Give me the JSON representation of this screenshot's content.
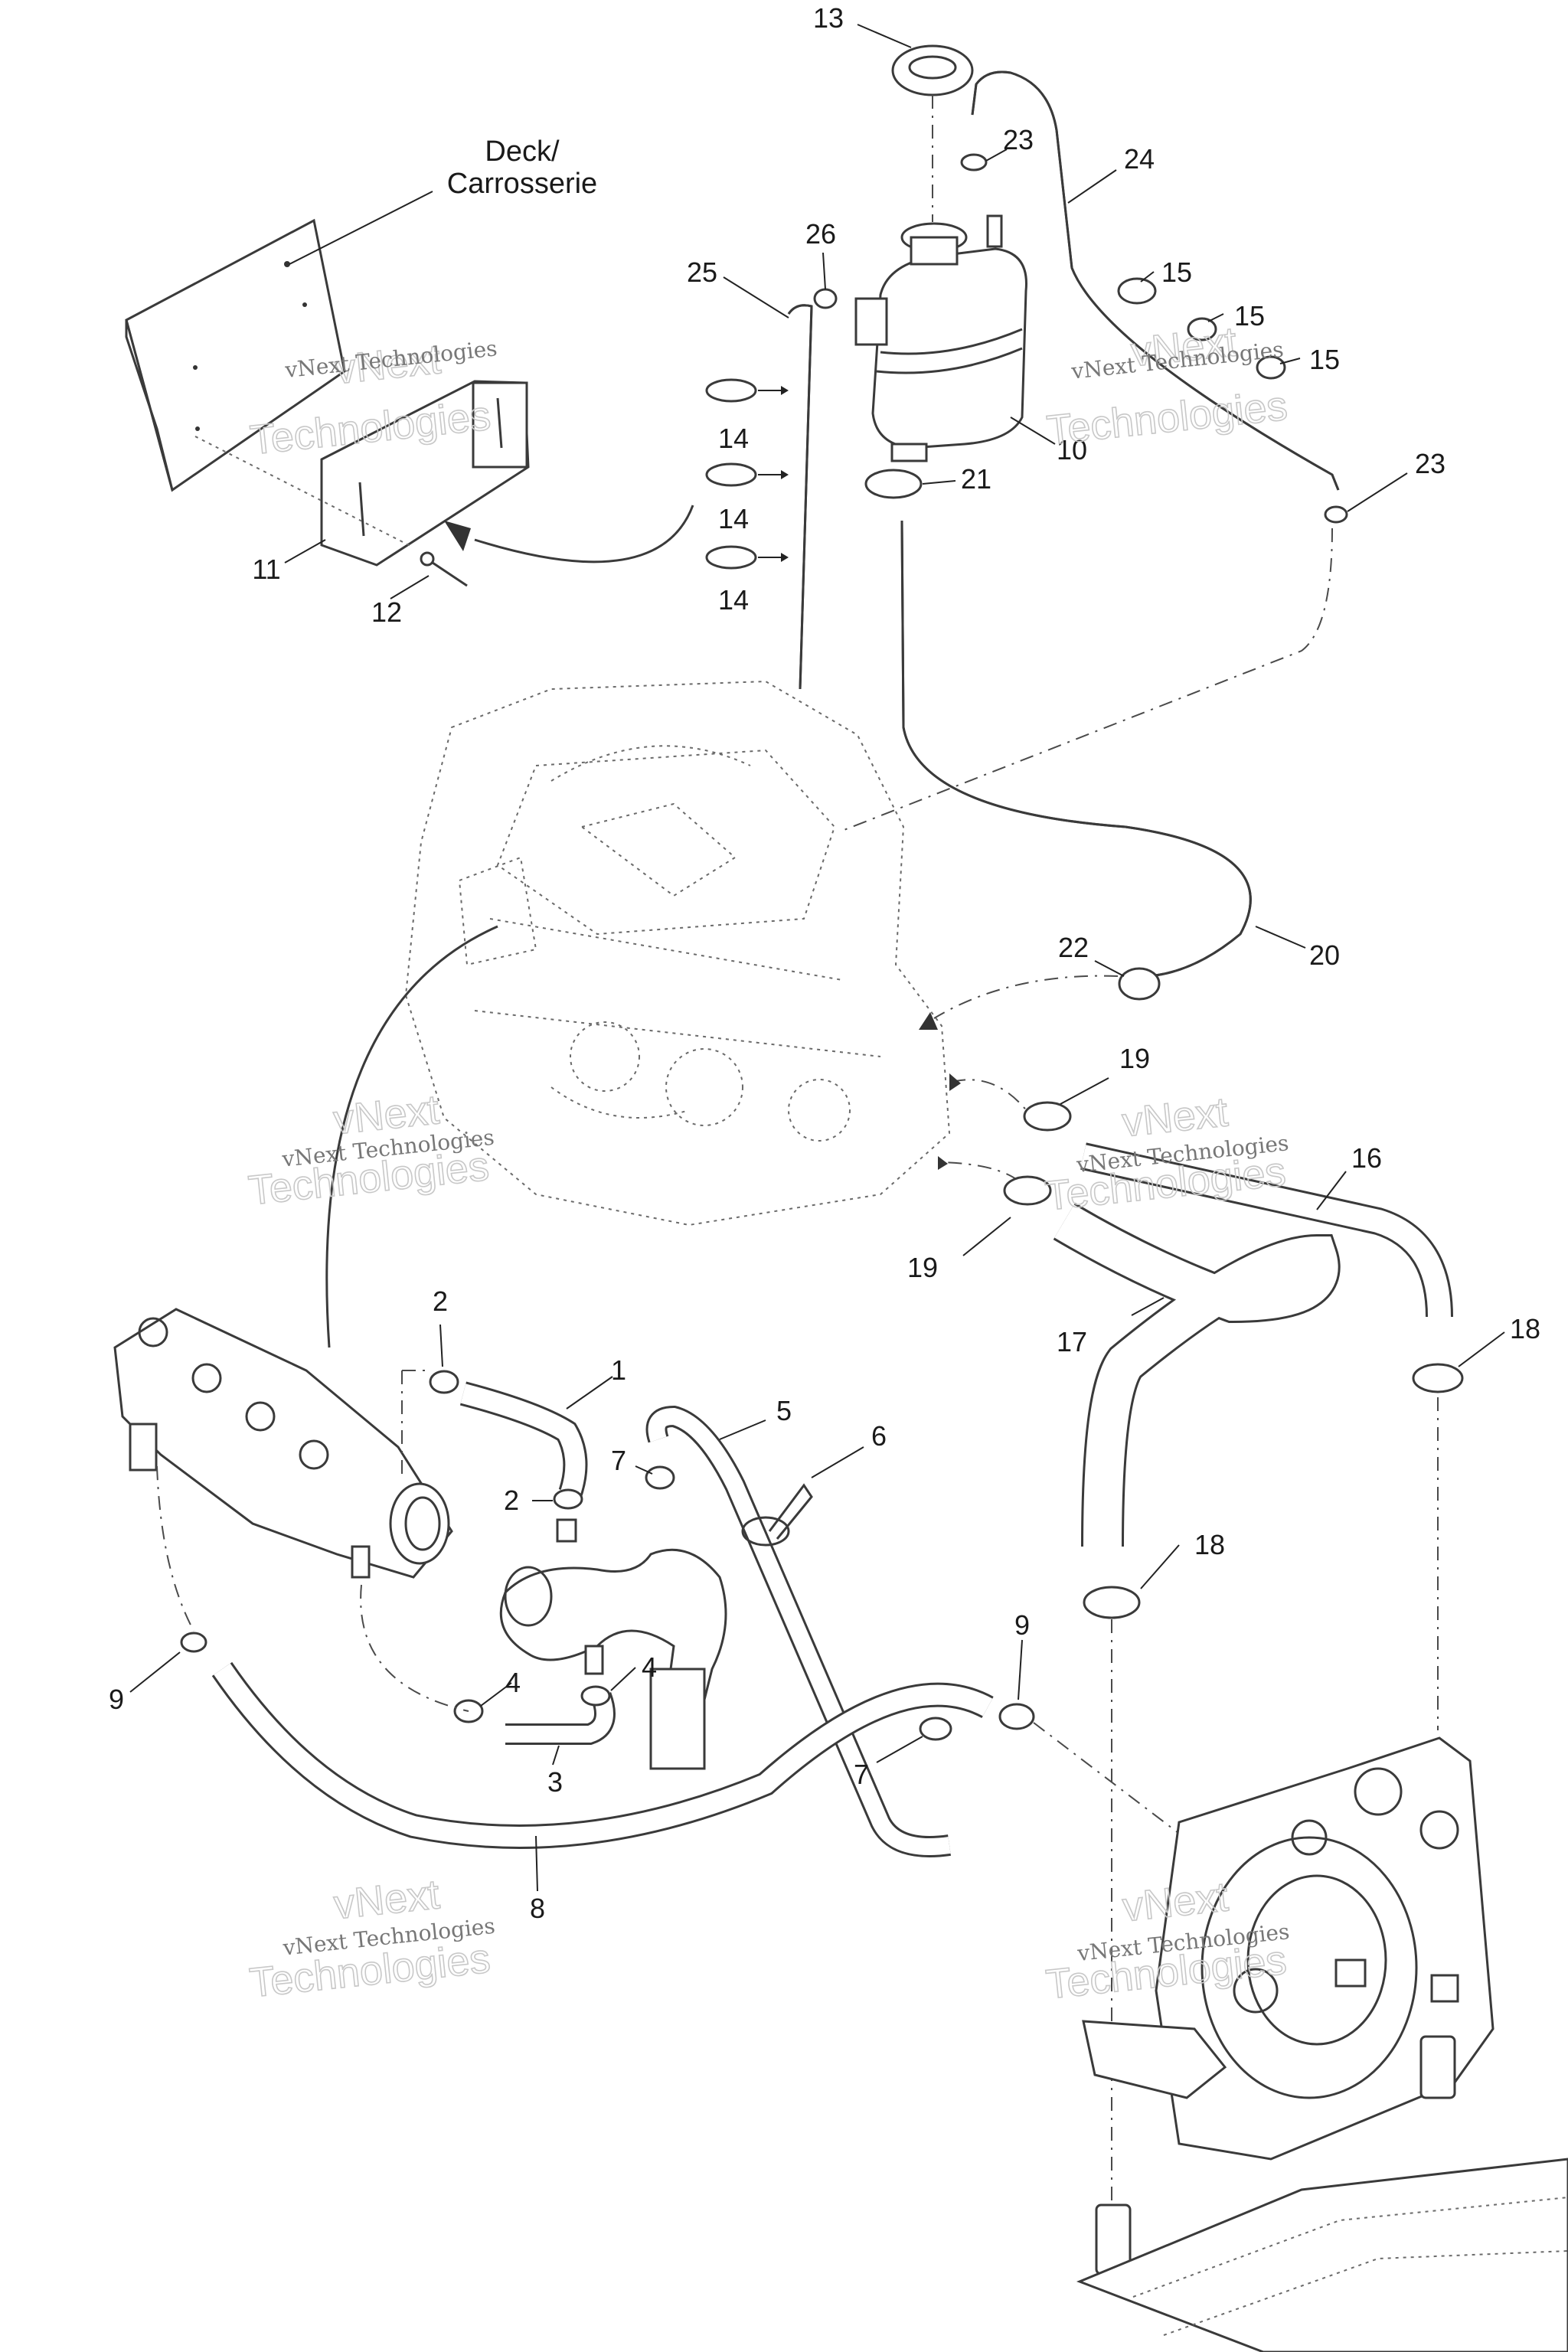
{
  "deck_label": {
    "line1": "Deck/",
    "line2": "Carrosserie"
  },
  "watermark": {
    "line1": "vNext",
    "line2": "vNext Technologies",
    "line3": "Technologies"
  },
  "callouts": [
    {
      "id": "c13",
      "text": "13"
    },
    {
      "id": "c23a",
      "text": "23"
    },
    {
      "id": "c24",
      "text": "24"
    },
    {
      "id": "c26",
      "text": "26"
    },
    {
      "id": "c25",
      "text": "25"
    },
    {
      "id": "c15a",
      "text": "15"
    },
    {
      "id": "c15b",
      "text": "15"
    },
    {
      "id": "c15c",
      "text": "15"
    },
    {
      "id": "c14a",
      "text": "14"
    },
    {
      "id": "c14b",
      "text": "14"
    },
    {
      "id": "c14c",
      "text": "14"
    },
    {
      "id": "c10",
      "text": "10"
    },
    {
      "id": "c21",
      "text": "21"
    },
    {
      "id": "c23b",
      "text": "23"
    },
    {
      "id": "c11",
      "text": "11"
    },
    {
      "id": "c12",
      "text": "12"
    },
    {
      "id": "c22",
      "text": "22"
    },
    {
      "id": "c20",
      "text": "20"
    },
    {
      "id": "c19a",
      "text": "19"
    },
    {
      "id": "c16",
      "text": "16"
    },
    {
      "id": "c19b",
      "text": "19"
    },
    {
      "id": "c17",
      "text": "17"
    },
    {
      "id": "c18a",
      "text": "18"
    },
    {
      "id": "c2a",
      "text": "2"
    },
    {
      "id": "c1",
      "text": "1"
    },
    {
      "id": "c5",
      "text": "5"
    },
    {
      "id": "c6",
      "text": "6"
    },
    {
      "id": "c7a",
      "text": "7"
    },
    {
      "id": "c2b",
      "text": "2"
    },
    {
      "id": "c18b",
      "text": "18"
    },
    {
      "id": "c4a",
      "text": "4"
    },
    {
      "id": "c4b",
      "text": "4"
    },
    {
      "id": "c9a",
      "text": "9"
    },
    {
      "id": "c9b",
      "text": "9"
    },
    {
      "id": "c3",
      "text": "3"
    },
    {
      "id": "c7b",
      "text": "7"
    },
    {
      "id": "c8",
      "text": "8"
    }
  ]
}
